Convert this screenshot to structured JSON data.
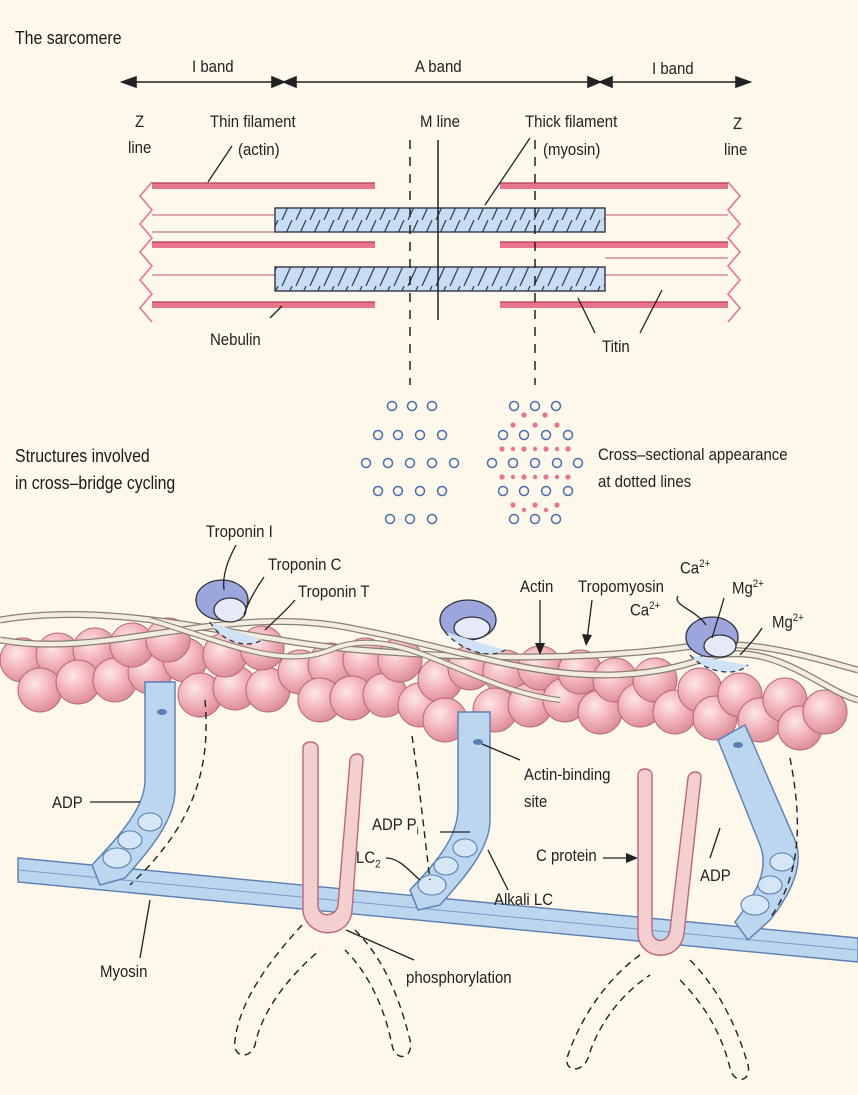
{
  "titles": {
    "sarcomere": "The sarcomere",
    "structures_line1": "Structures involved",
    "structures_line2": "in cross–bridge cycling"
  },
  "bands": {
    "i_band_left": "I band",
    "a_band": "A band",
    "i_band_right": "I band"
  },
  "sarcomere_labels": {
    "z_line_left_1": "Z",
    "z_line_left_2": "line",
    "thin_filament_1": "Thin filament",
    "thin_filament_2": "(actin)",
    "m_line": "M line",
    "thick_filament_1": "Thick filament",
    "thick_filament_2": "(myosin)",
    "z_line_right_1": "Z",
    "z_line_right_2": "line",
    "nebulin": "Nebulin",
    "titin": "Titin"
  },
  "cross_section": {
    "line1": "Cross–sectional appearance",
    "line2": "at dotted lines"
  },
  "cycling_labels": {
    "troponin_i": "Troponin I",
    "troponin_c": "Troponin C",
    "troponin_t": "Troponin T",
    "actin": "Actin",
    "tropomyosin": "Tropomyosin",
    "ca_top": "Ca",
    "ca_left": "Ca",
    "mg_top": "Mg",
    "mg_right": "Mg",
    "ion_charge": "2+",
    "adp_left": "ADP",
    "adp_pi": "ADP P",
    "pi_sub": "i",
    "lc": "LC",
    "lc_sub": "2",
    "actin_binding_1": "Actin-binding",
    "actin_binding_2": "site",
    "alkali_lc": "Alkali LC",
    "c_protein": "C protein",
    "adp_right": "ADP",
    "myosin": "Myosin",
    "phosphorylation": "phosphorylation"
  },
  "colors": {
    "thin_filament": "#e8758b",
    "thick_filament": "#c8dcf4",
    "actin_bead": "#f3b5bd",
    "myosin": "#bcd6f0",
    "troponin": "#9ca6dc",
    "c_protein": "#f4cfd0",
    "background": "#fdf7ec"
  }
}
